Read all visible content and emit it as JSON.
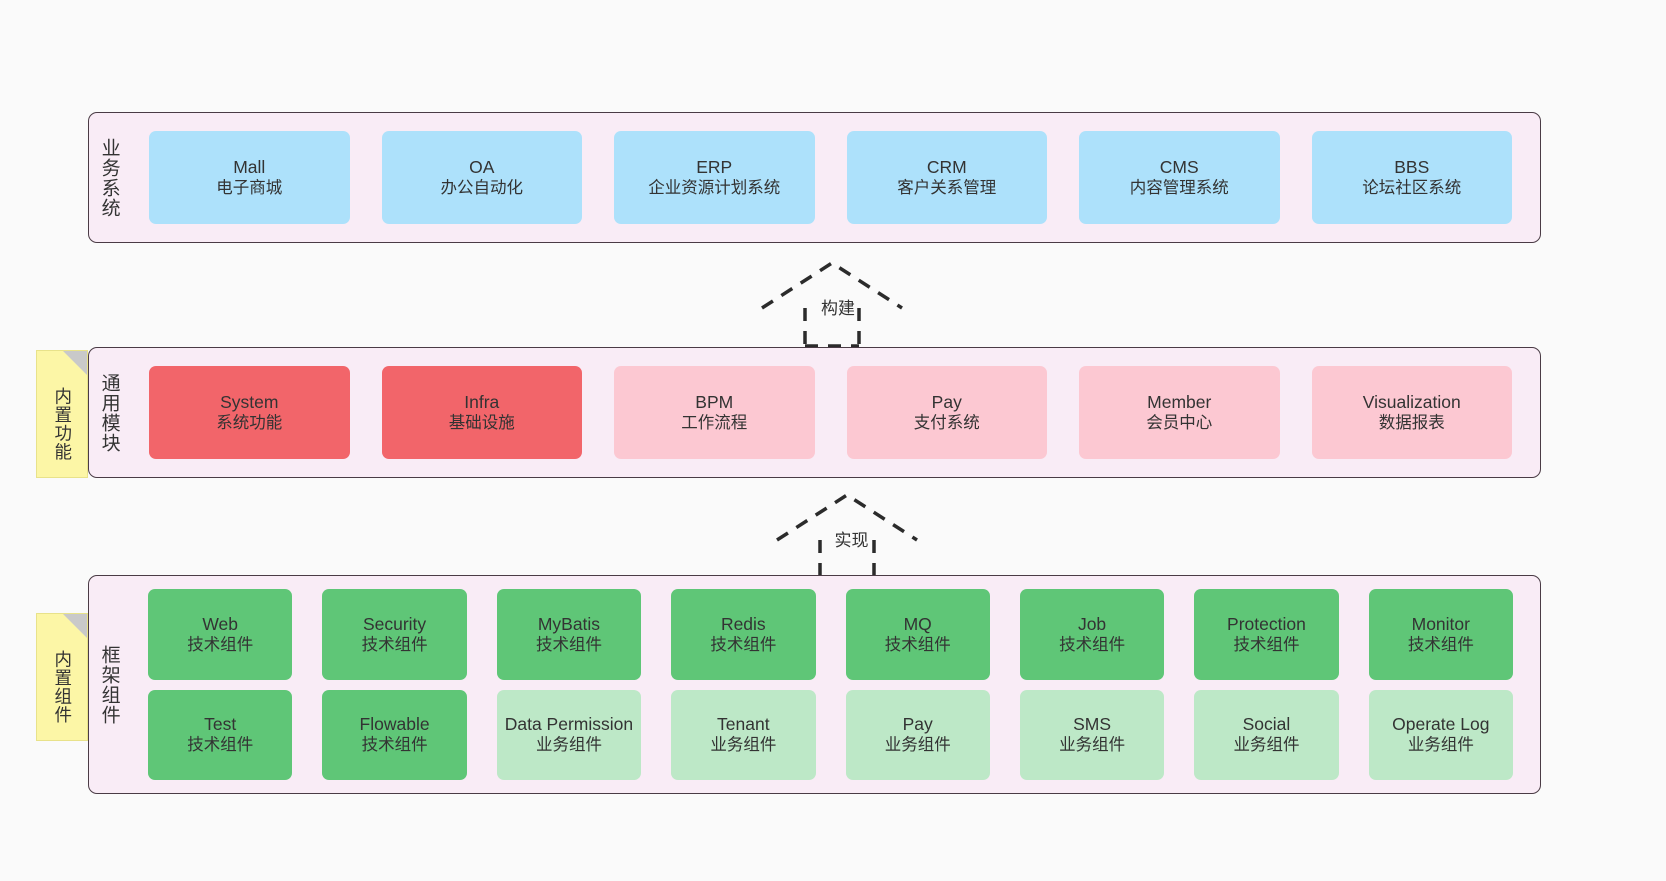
{
  "layers": [
    {
      "id": "business",
      "title": "业务系统",
      "tiles": [
        {
          "en": "Mall",
          "cn": "电子商城",
          "color": "#ade1fb"
        },
        {
          "en": "OA",
          "cn": "办公自动化",
          "color": "#ade1fb"
        },
        {
          "en": "ERP",
          "cn": "企业资源计划系统",
          "color": "#ade1fb"
        },
        {
          "en": "CRM",
          "cn": "客户关系管理",
          "color": "#ade1fb"
        },
        {
          "en": "CMS",
          "cn": "内容管理系统",
          "color": "#ade1fb"
        },
        {
          "en": "BBS",
          "cn": "论坛社区系统",
          "color": "#ade1fb"
        }
      ]
    },
    {
      "id": "modules",
      "title": "通用模块",
      "tiles": [
        {
          "en": "System",
          "cn": "系统功能",
          "color": "#f2656a"
        },
        {
          "en": "Infra",
          "cn": "基础设施",
          "color": "#f2656a"
        },
        {
          "en": "BPM",
          "cn": "工作流程",
          "color": "#fcc8d2"
        },
        {
          "en": "Pay",
          "cn": "支付系统",
          "color": "#fcc8d2"
        },
        {
          "en": "Member",
          "cn": "会员中心",
          "color": "#fcc8d2"
        },
        {
          "en": "Visualization",
          "cn": "数据报表",
          "color": "#fcc8d2"
        }
      ]
    },
    {
      "id": "framework",
      "title": "框架组件",
      "row1": [
        {
          "en": "Web",
          "cn": "技术组件",
          "color": "#5fc677"
        },
        {
          "en": "Security",
          "cn": "技术组件",
          "color": "#5fc677"
        },
        {
          "en": "MyBatis",
          "cn": "技术组件",
          "color": "#5fc677"
        },
        {
          "en": "Redis",
          "cn": "技术组件",
          "color": "#5fc677"
        },
        {
          "en": "MQ",
          "cn": "技术组件",
          "color": "#5fc677"
        },
        {
          "en": "Job",
          "cn": "技术组件",
          "color": "#5fc677"
        },
        {
          "en": "Protection",
          "cn": "技术组件",
          "color": "#5fc677"
        },
        {
          "en": "Monitor",
          "cn": "技术组件",
          "color": "#5fc677"
        }
      ],
      "row2": [
        {
          "en": "Test",
          "cn": "技术组件",
          "color": "#5fc677"
        },
        {
          "en": "Flowable",
          "cn": "技术组件",
          "color": "#5fc677"
        },
        {
          "en": "Data Permission",
          "cn": "业务组件",
          "color": "#bde8c7"
        },
        {
          "en": "Tenant",
          "cn": "业务组件",
          "color": "#bde8c7"
        },
        {
          "en": "Pay",
          "cn": "业务组件",
          "color": "#bde8c7"
        },
        {
          "en": "SMS",
          "cn": "业务组件",
          "color": "#bde8c7"
        },
        {
          "en": "Social",
          "cn": "业务组件",
          "color": "#bde8c7"
        },
        {
          "en": "Operate Log",
          "cn": "业务组件",
          "color": "#bde8c7"
        }
      ]
    }
  ],
  "notes": [
    {
      "id": "functions",
      "text": "内置功能"
    },
    {
      "id": "components",
      "text": "内置组件"
    }
  ],
  "arrows": [
    {
      "id": "build",
      "label": "构建"
    },
    {
      "id": "implement",
      "label": "实现"
    }
  ],
  "colors": {
    "panel_bg": "#f9ecf6",
    "panel_border": "#4a3b45",
    "blue": "#ade1fb",
    "red": "#f2656a",
    "pink": "#fcc8d2",
    "green": "#5fc677",
    "light_green": "#bde8c7",
    "note_yellow": "#fcf6a6",
    "canvas_bg": "#fafafa"
  }
}
